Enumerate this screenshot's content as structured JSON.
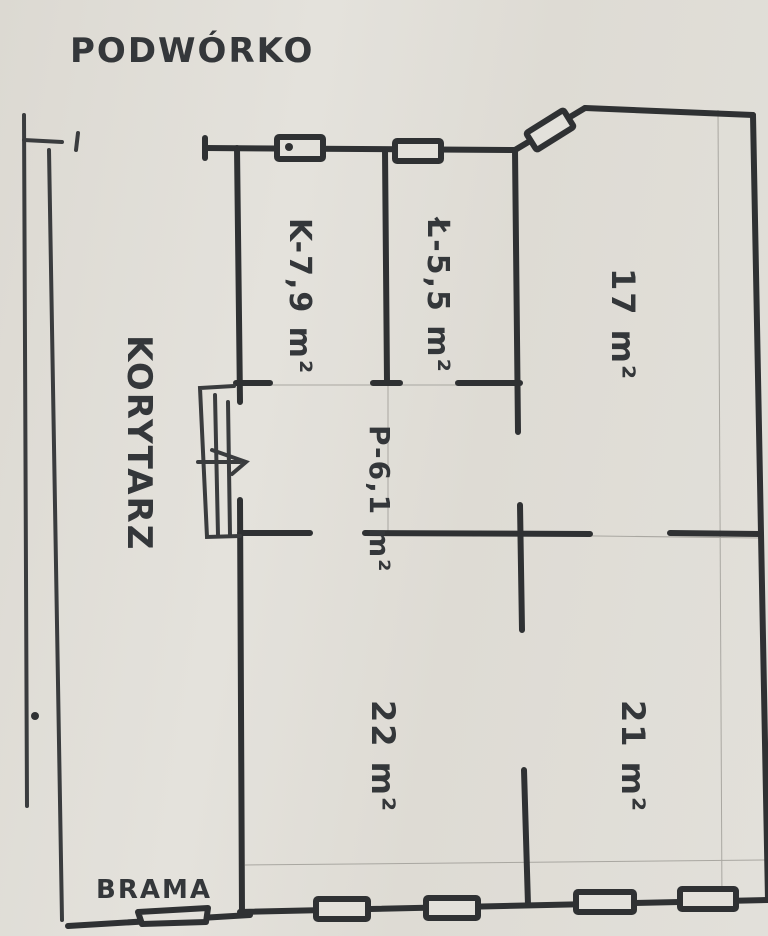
{
  "plan": {
    "title": "PODWÓRKO",
    "corridor_label": "KORYTARZ",
    "gate_label": "BRAMA",
    "ink_color": "#2f3133",
    "paper_color": "#e2e0da"
  },
  "rooms": [
    {
      "id": "kitchen",
      "label": "K-7,9 m²"
    },
    {
      "id": "bathroom",
      "label": "Ł-5,5 m²"
    },
    {
      "id": "room-17",
      "label": "17 m²"
    },
    {
      "id": "hallway",
      "label": "P-6,1 m²"
    },
    {
      "id": "room-22",
      "label": "22 m²"
    },
    {
      "id": "room-21",
      "label": "21 m²"
    }
  ],
  "icons": {
    "window": "window-symbol",
    "stairs": "stairs-arrow"
  }
}
